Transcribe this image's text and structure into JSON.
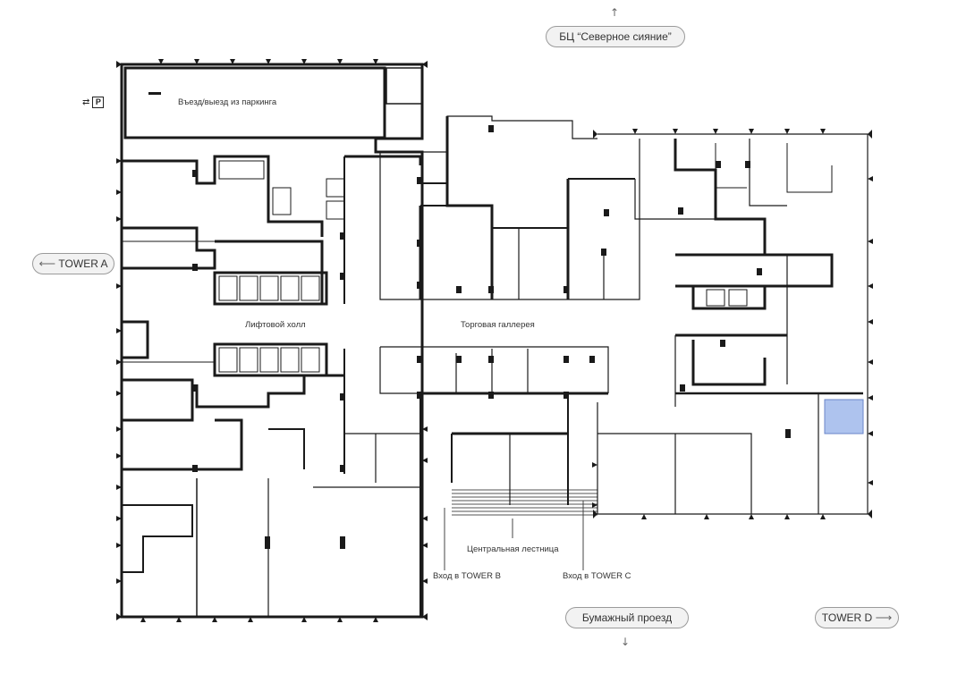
{
  "nav": {
    "north_business_center": "БЦ “Северное сияние”",
    "tower_a": "TOWER A",
    "tower_d": "TOWER D",
    "south_street": "Бумажный проезд"
  },
  "labels": {
    "parking_entrance": "Въезд/выезд из паркинга",
    "elevator_hall": "Лифтовой холл",
    "retail_gallery": "Торговая галлерея",
    "central_stairs": "Центральная лестница",
    "entrance_tower_b": "Вход в TOWER B",
    "entrance_tower_c": "Вход в TOWER C"
  },
  "parking_sign": "P",
  "icons": {
    "left_arrow": "⟵",
    "right_arrow": "⟶",
    "up_arrow": "↑",
    "down_arrow": "↓",
    "parking_arrows": "⇄"
  },
  "highlight_color": "#aec3ee",
  "wall_color": "#1a1a1a"
}
